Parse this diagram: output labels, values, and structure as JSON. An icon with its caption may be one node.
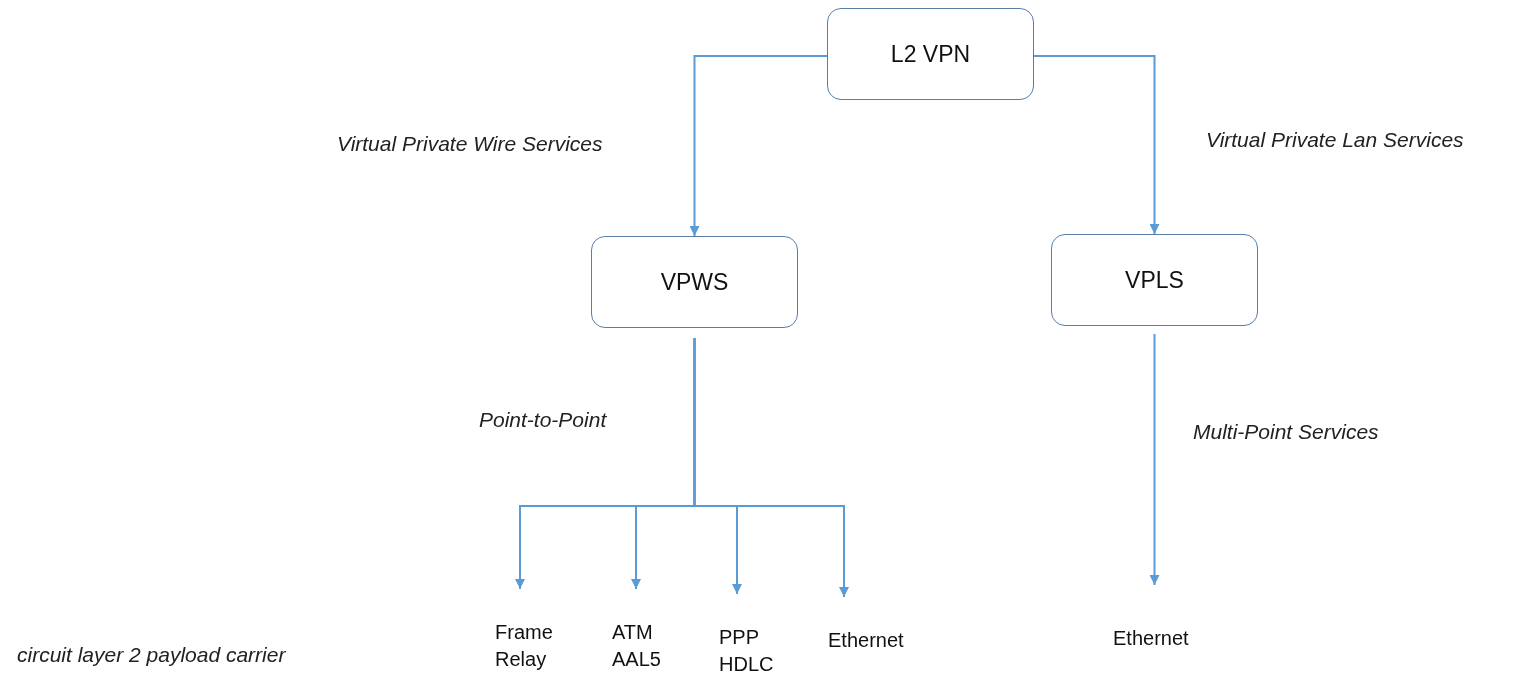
{
  "diagram": {
    "nodes": [
      {
        "text": [
          "L2 VPN"
        ]
      },
      {
        "text": [
          "VPWS"
        ]
      },
      {
        "text": [
          "VPLS"
        ]
      },
      {
        "text": [
          "Frame Relay"
        ]
      },
      {
        "text": [
          "ATM AAL5"
        ]
      },
      {
        "text": [
          "PPP HDLC"
        ]
      },
      {
        "text": [
          "Ethernet"
        ]
      },
      {
        "text": [
          "Ethernet"
        ]
      }
    ],
    "edges": [
      {
        "from": 0,
        "to": 1,
        "arrow": "to",
        "label": "Virtual Private Wire Services"
      },
      {
        "from": 0,
        "to": 2,
        "arrow": "to",
        "label": "Virtual Private Lan Services"
      },
      {
        "from": 1,
        "to": 3,
        "arrow": "to"
      },
      {
        "from": 1,
        "to": 4,
        "arrow": "to"
      },
      {
        "from": 1,
        "to": 5,
        "arrow": "to"
      },
      {
        "from": 1,
        "to": 6,
        "arrow": "to"
      },
      {
        "from": 2,
        "to": 7,
        "arrow": "to",
        "label": "Multi-Point Services"
      }
    ],
    "labels": [
      "Point-to-Point",
      "circuit layer 2 payload carrier"
    ]
  }
}
